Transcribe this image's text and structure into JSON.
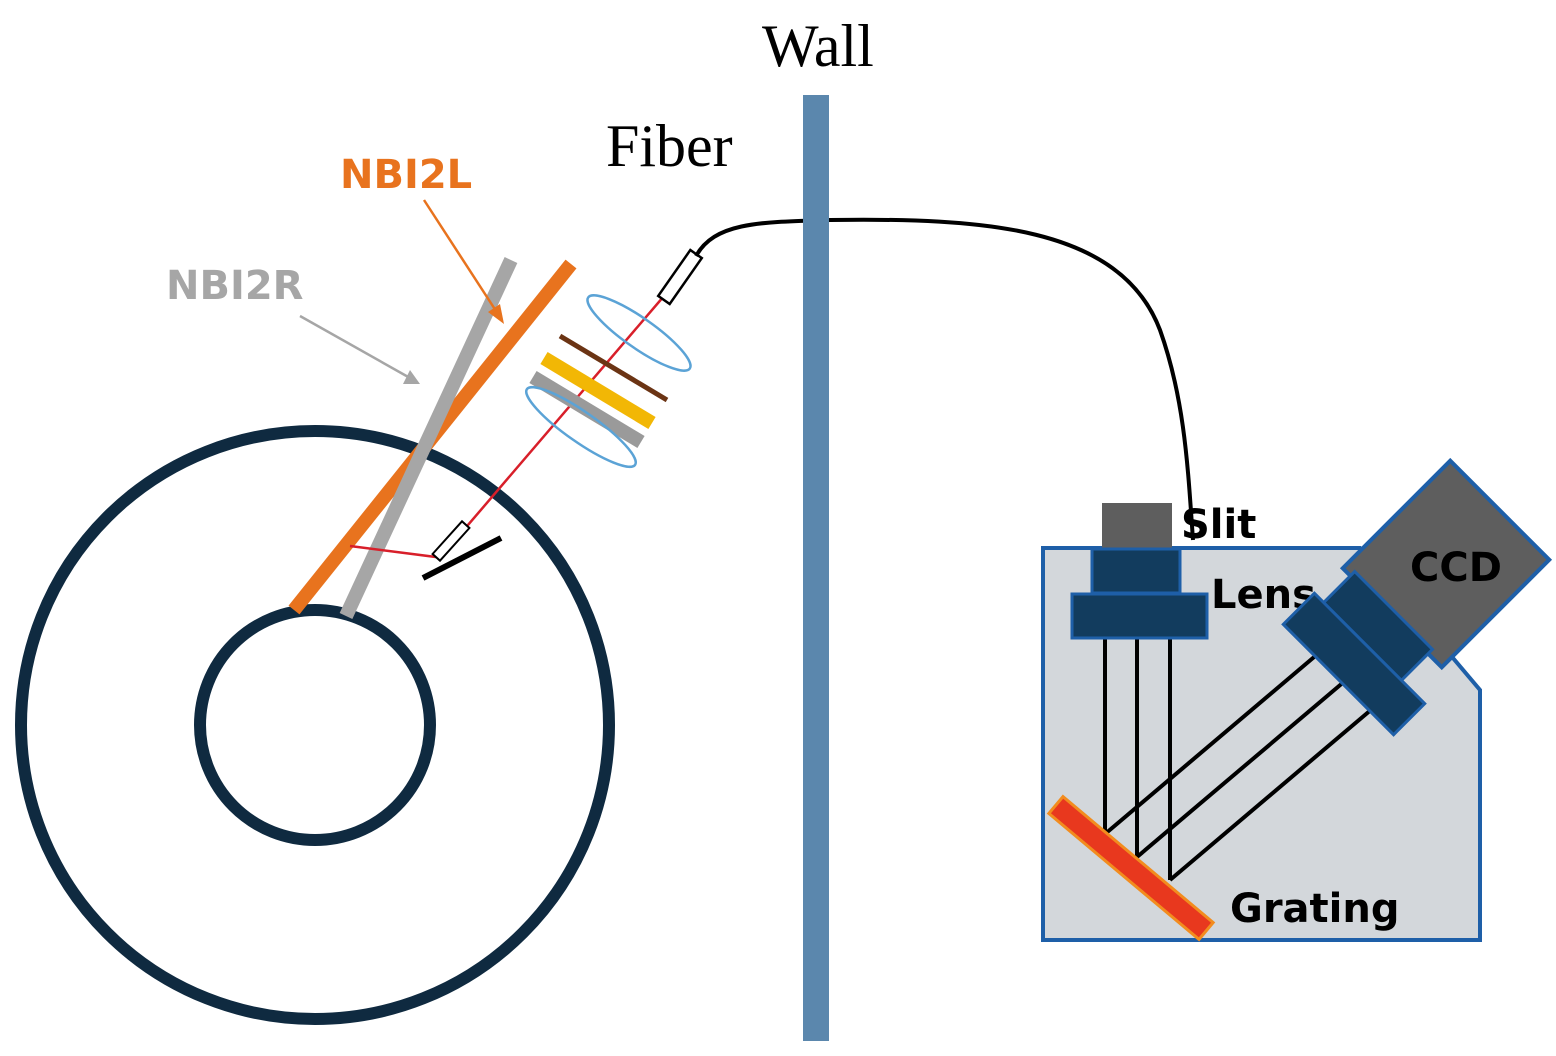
{
  "labels": {
    "wall": "Wall",
    "fiber": "Fiber",
    "nbi2l": "NBI2L",
    "nbi2r": "NBI2R",
    "slit": "Slit",
    "lens": "Lens",
    "ccd": "CCD",
    "grating": "Grating"
  },
  "colors": {
    "torus": "#0f2a40",
    "wall": "#5b87ad",
    "nbi2l": "#e8731e",
    "nbi2r": "#a6a6a6",
    "beam": "#d81f2a",
    "fiber": "#000000",
    "lens_outline": "#5ba3d6",
    "filter_brown": "#6b3414",
    "filter_yellow": "#f2b705",
    "filter_gray": "#9a9a9a",
    "spectrometer_box": "#d3d7db",
    "spectrometer_border": "#1e5fa8",
    "optic_block": "#123c5e",
    "grating": "#e8381e",
    "ccd": "#5e5e5e"
  }
}
